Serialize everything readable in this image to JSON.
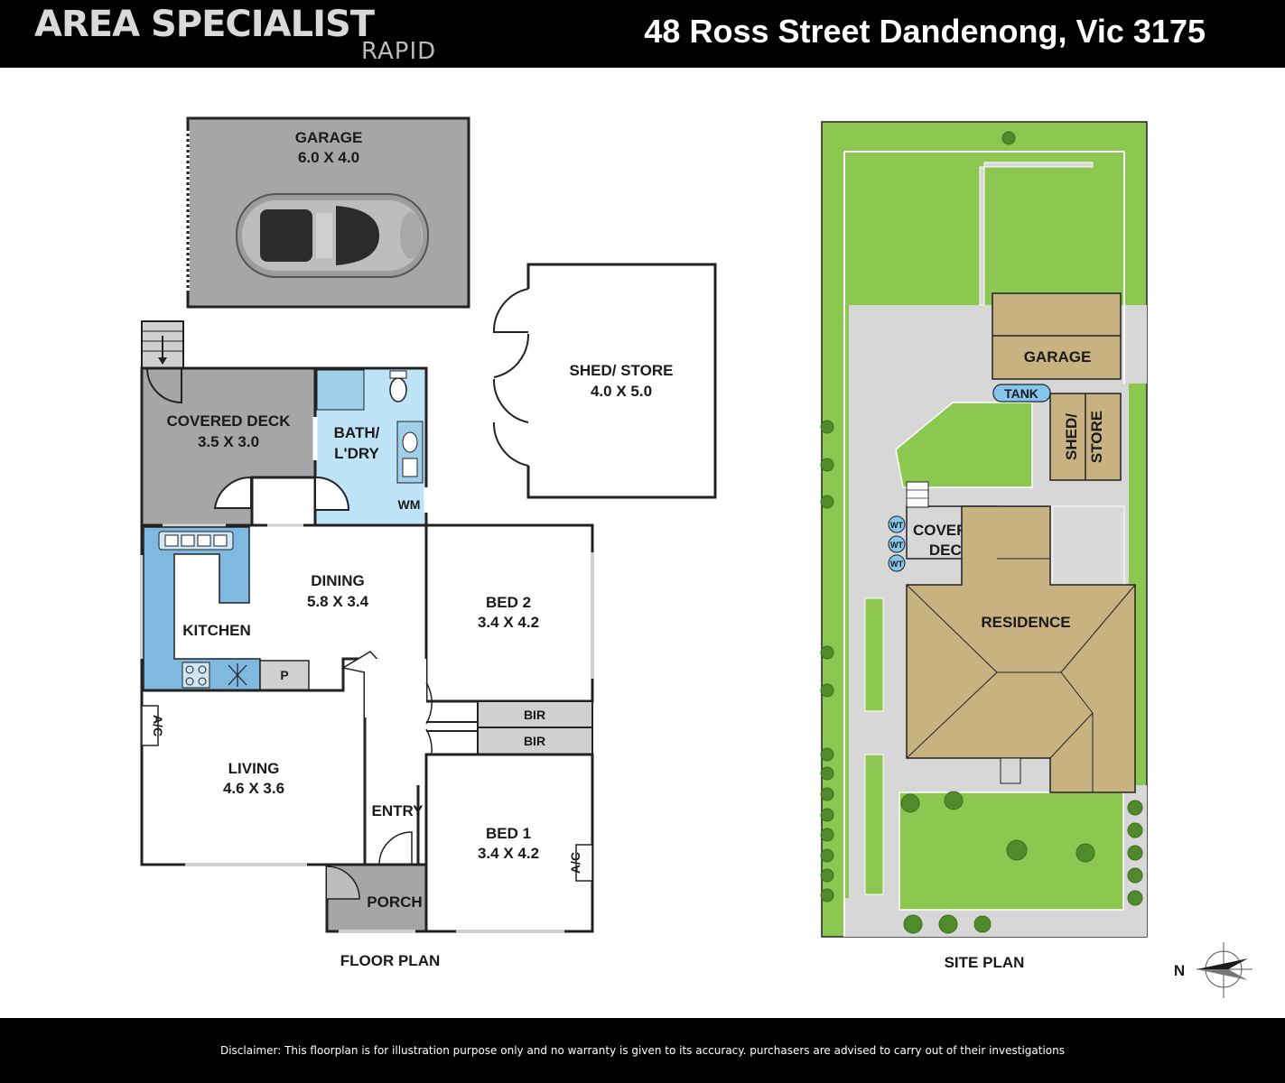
{
  "header": {
    "brand": "AREA SPECIALIST",
    "brand_sub": "RAPID",
    "address": "48 Ross Street Dandenong, Vic 3175"
  },
  "floor_plan": {
    "caption": "FLOOR PLAN",
    "rooms": {
      "garage": {
        "name": "GARAGE",
        "dims": "6.0 X 4.0"
      },
      "shed": {
        "name": "SHED/ STORE",
        "dims": "4.0 X 5.0"
      },
      "covered_deck": {
        "name": "COVERED DECK",
        "dims": "3.5 X 3.0"
      },
      "bath": {
        "line1": "BATH/",
        "line2": "L'DRY"
      },
      "wm": "WM",
      "dining": {
        "name": "DINING",
        "dims": "5.8 X 3.4"
      },
      "kitchen": "KITCHEN",
      "pantry": "P",
      "bed2": {
        "name": "BED 2",
        "dims": "3.4 X 4.2"
      },
      "bir1": "BIR",
      "bir2": "BIR",
      "living": {
        "name": "LIVING",
        "dims": "4.6 X 3.6"
      },
      "ac_living": "A/C",
      "entry": "ENTRY",
      "bed1": {
        "name": "BED 1",
        "dims": "3.4 X 4.2"
      },
      "ac_bed1": "A/C",
      "porch": "PORCH"
    }
  },
  "site_plan": {
    "caption": "SITE PLAN",
    "garage": "GARAGE",
    "tank": "TANK",
    "shed_line1": "SHED/",
    "shed_line2": "STORE",
    "covered_deck_line1": "COVERED",
    "covered_deck_line2": "DECK",
    "residence": "RESIDENCE",
    "wt": "WT",
    "north": "N"
  },
  "colors": {
    "grey_room": "#a6a6a6",
    "light_grey": "#c8c8c8",
    "bath_blue": "#bfe3f7",
    "kitchen_blue": "#7fb9e0",
    "lawn": "#8bc751",
    "building": "#c9b281",
    "paving": "#d7d7d7"
  },
  "disclaimer": "Disclaimer: This floorplan is for illustration purpose only and no warranty is given to its accuracy. purchasers are advised to carry out of their investigations"
}
